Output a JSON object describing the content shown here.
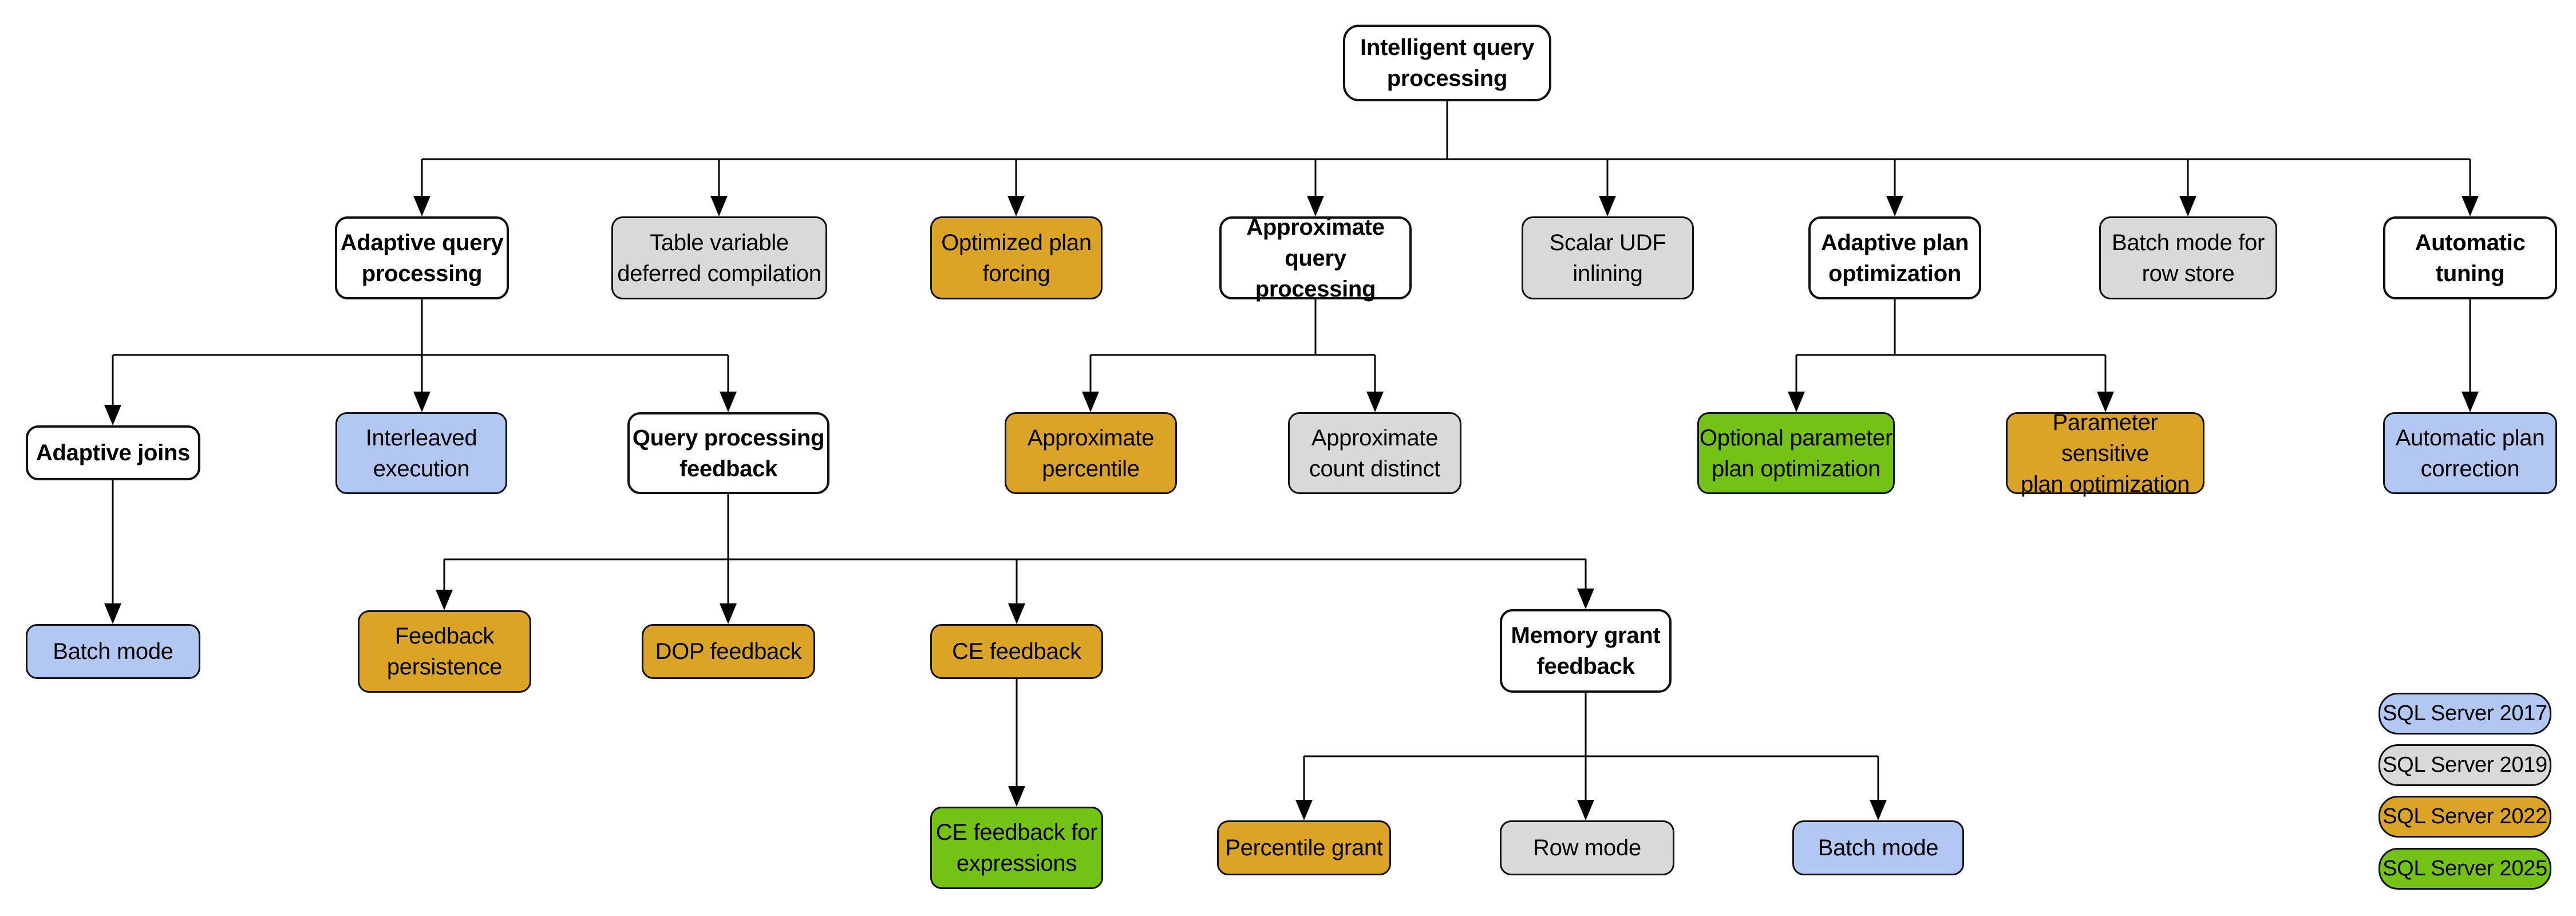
{
  "palette": {
    "base": "#ffffff",
    "v2017": "#b2c8f2",
    "v2019": "#d9d9d9",
    "v2022": "#dba427",
    "v2025": "#74c216",
    "border": "#111111",
    "line": "#000000"
  },
  "diagram": {
    "nodes": [
      {
        "id": "intelligent-query-processing",
        "label": "Intelligent query\nprocessing",
        "version": "base"
      },
      {
        "id": "adaptive-query-processing",
        "label": "Adaptive query\nprocessing",
        "version": "base"
      },
      {
        "id": "table-variable-deferred-compilation",
        "label": "Table variable\ndeferred compilation",
        "version": "2019"
      },
      {
        "id": "optimized-plan-forcing",
        "label": "Optimized plan\nforcing",
        "version": "2022"
      },
      {
        "id": "approximate-query-processing",
        "label": "Approximate\nquery processing",
        "version": "base"
      },
      {
        "id": "scalar-udf-inlining",
        "label": "Scalar UDF\ninlining",
        "version": "2019"
      },
      {
        "id": "adaptive-plan-optimization",
        "label": "Adaptive plan\noptimization",
        "version": "base"
      },
      {
        "id": "batch-mode-for-row-store",
        "label": "Batch mode for\nrow store",
        "version": "2019"
      },
      {
        "id": "automatic-tuning",
        "label": "Automatic\ntuning",
        "version": "base"
      },
      {
        "id": "adaptive-joins",
        "label": "Adaptive joins",
        "version": "base"
      },
      {
        "id": "interleaved-execution",
        "label": "Interleaved\nexecution",
        "version": "2017"
      },
      {
        "id": "query-processing-feedback",
        "label": "Query processing\nfeedback",
        "version": "base"
      },
      {
        "id": "approximate-percentile",
        "label": "Approximate\npercentile",
        "version": "2022"
      },
      {
        "id": "approximate-count-distinct",
        "label": "Approximate\ncount distinct",
        "version": "2019"
      },
      {
        "id": "optional-parameter-plan-optimization",
        "label": "Optional parameter\nplan optimization",
        "version": "2025"
      },
      {
        "id": "parameter-sensitive-plan-optimization",
        "label": "Parameter sensitive\nplan optimization",
        "version": "2022"
      },
      {
        "id": "automatic-plan-correction",
        "label": "Automatic plan\ncorrection",
        "version": "2017"
      },
      {
        "id": "batch-mode-adaptive-joins",
        "label": "Batch mode",
        "version": "2017"
      },
      {
        "id": "feedback-persistence",
        "label": "Feedback\npersistence",
        "version": "2022"
      },
      {
        "id": "dop-feedback",
        "label": "DOP feedback",
        "version": "2022"
      },
      {
        "id": "ce-feedback",
        "label": "CE feedback",
        "version": "2022"
      },
      {
        "id": "memory-grant-feedback",
        "label": "Memory grant\nfeedback",
        "version": "base"
      },
      {
        "id": "ce-feedback-for-expressions",
        "label": "CE feedback for\nexpressions",
        "version": "2025"
      },
      {
        "id": "percentile-grant",
        "label": "Percentile grant",
        "version": "2022"
      },
      {
        "id": "row-mode",
        "label": "Row mode",
        "version": "2019"
      },
      {
        "id": "batch-mode-memory-grant",
        "label": "Batch mode",
        "version": "2017"
      }
    ],
    "edges": [
      {
        "from": "intelligent-query-processing",
        "to": "adaptive-query-processing"
      },
      {
        "from": "intelligent-query-processing",
        "to": "table-variable-deferred-compilation"
      },
      {
        "from": "intelligent-query-processing",
        "to": "optimized-plan-forcing"
      },
      {
        "from": "intelligent-query-processing",
        "to": "approximate-query-processing"
      },
      {
        "from": "intelligent-query-processing",
        "to": "scalar-udf-inlining"
      },
      {
        "from": "intelligent-query-processing",
        "to": "adaptive-plan-optimization"
      },
      {
        "from": "intelligent-query-processing",
        "to": "batch-mode-for-row-store"
      },
      {
        "from": "intelligent-query-processing",
        "to": "automatic-tuning"
      },
      {
        "from": "adaptive-query-processing",
        "to": "adaptive-joins"
      },
      {
        "from": "adaptive-query-processing",
        "to": "interleaved-execution"
      },
      {
        "from": "adaptive-query-processing",
        "to": "query-processing-feedback"
      },
      {
        "from": "approximate-query-processing",
        "to": "approximate-percentile"
      },
      {
        "from": "approximate-query-processing",
        "to": "approximate-count-distinct"
      },
      {
        "from": "adaptive-plan-optimization",
        "to": "optional-parameter-plan-optimization"
      },
      {
        "from": "adaptive-plan-optimization",
        "to": "parameter-sensitive-plan-optimization"
      },
      {
        "from": "automatic-tuning",
        "to": "automatic-plan-correction"
      },
      {
        "from": "adaptive-joins",
        "to": "batch-mode-adaptive-joins"
      },
      {
        "from": "query-processing-feedback",
        "to": "feedback-persistence"
      },
      {
        "from": "query-processing-feedback",
        "to": "dop-feedback"
      },
      {
        "from": "query-processing-feedback",
        "to": "ce-feedback"
      },
      {
        "from": "query-processing-feedback",
        "to": "memory-grant-feedback"
      },
      {
        "from": "ce-feedback",
        "to": "ce-feedback-for-expressions"
      },
      {
        "from": "memory-grant-feedback",
        "to": "percentile-grant"
      },
      {
        "from": "memory-grant-feedback",
        "to": "row-mode"
      },
      {
        "from": "memory-grant-feedback",
        "to": "batch-mode-memory-grant"
      }
    ]
  },
  "legend": {
    "items": [
      {
        "label": "SQL Server 2017",
        "version": "2017"
      },
      {
        "label": "SQL Server 2019",
        "version": "2019"
      },
      {
        "label": "SQL Server 2022",
        "version": "2022"
      },
      {
        "label": "SQL Server 2025",
        "version": "2025"
      }
    ]
  }
}
